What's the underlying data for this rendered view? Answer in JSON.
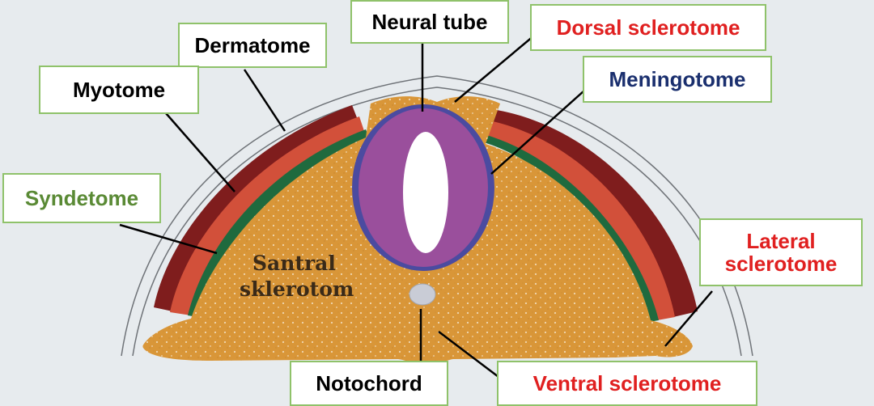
{
  "diagram": {
    "labels": {
      "neural_tube": "Neural tube",
      "dermatome": "Dermatome",
      "dorsal_sclerotome": "Dorsal sclerotome",
      "myotome": "Myotome",
      "meningotome": "Meningotome",
      "syndetome": "Syndetome",
      "lateral_sclerotome": "Lateral\nsclerotome",
      "notochord": "Notochord",
      "ventral_sclerotome": "Ventral sclerotome"
    },
    "inline_text": {
      "santral_line1": "Santral",
      "santral_line2": "sklerotom"
    },
    "colors": {
      "dorsal_sclerotome": "#e02020",
      "lateral_sclerotome": "#e02020",
      "ventral_sclerotome": "#e02020",
      "meningotome": "#1a2f6e",
      "syndetome": "#5a8a35",
      "default_label": "#000000",
      "sclerotome_fill": "#d99638",
      "neural_tube_fill": "#9a4f9c",
      "meningotome_layer": "#4b4ba0",
      "dermatome_layer": "#7f1d1d",
      "myotome_layer": "#d2503a",
      "syndetome_layer": "#1f6a3e",
      "notochord_fill": "#c9ccd6"
    }
  }
}
